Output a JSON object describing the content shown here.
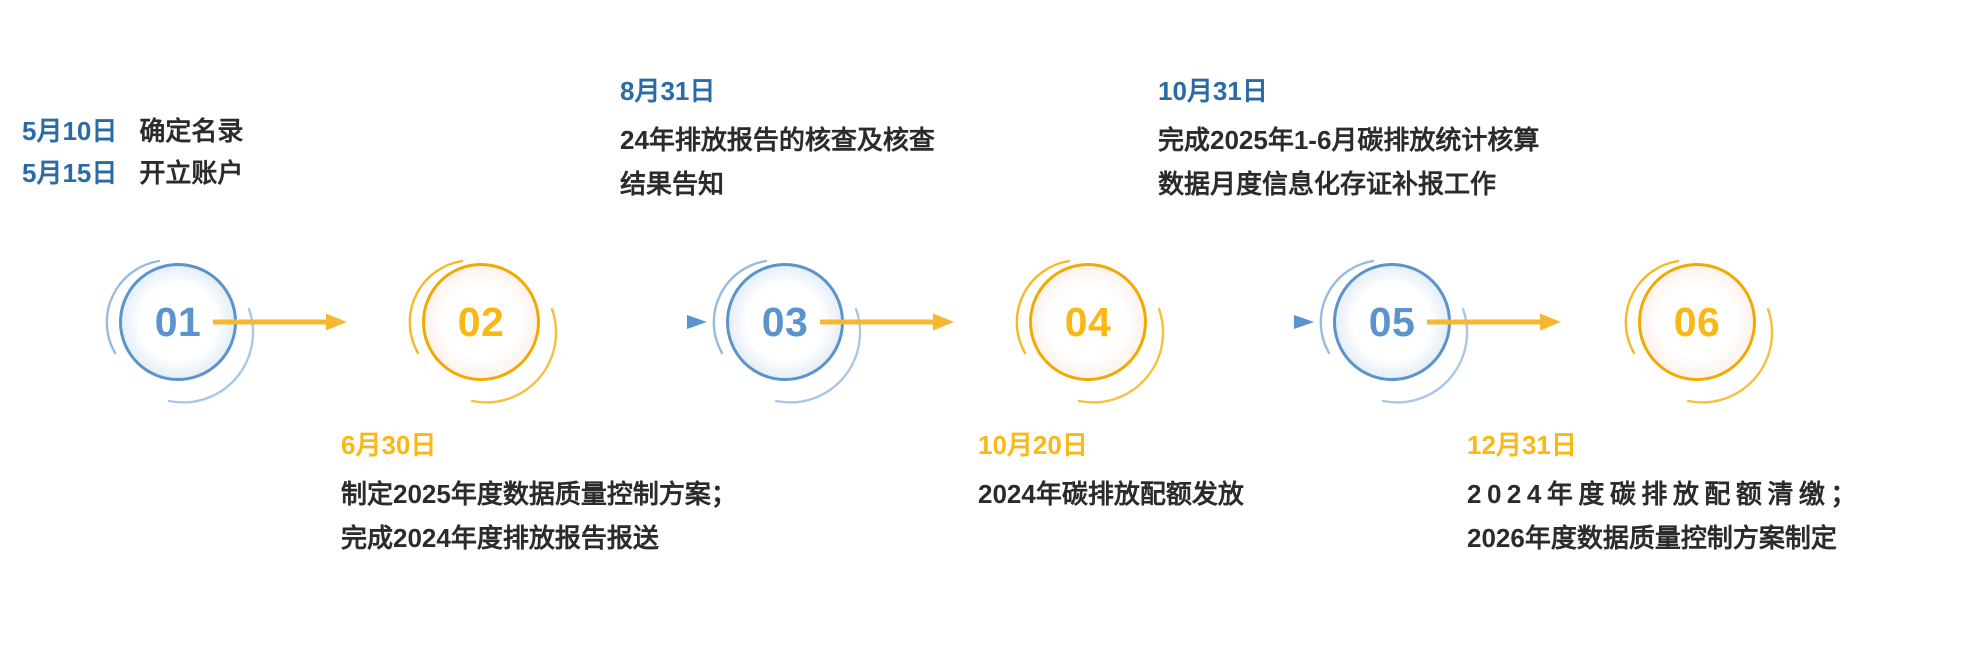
{
  "diagram": {
    "type": "timeline-process",
    "title_visible": false,
    "colors": {
      "blue_node": "#5b93cd",
      "blue_text": "#2a6aa5",
      "gold_node": "#fbb713",
      "gold_arrow": "#f7b731",
      "body_text": "#2b2b2b",
      "background": "#ffffff"
    },
    "steps": [
      {
        "number": "01",
        "accent": "blue",
        "position": "above",
        "pairs": [
          {
            "date": "5月10日",
            "task": "确定名录"
          },
          {
            "date": "5月15日",
            "task": "开立账户"
          }
        ],
        "lines": []
      },
      {
        "number": "02",
        "accent": "gold",
        "position": "below",
        "date": "6月30日",
        "lines": [
          "制定2025年度数据质量控制方案；",
          "完成2024年度排放报告报送"
        ]
      },
      {
        "number": "03",
        "accent": "blue",
        "position": "above",
        "date": "8月31日",
        "lines": [
          "24年排放报告的核查及核查",
          "结果告知"
        ]
      },
      {
        "number": "04",
        "accent": "gold",
        "position": "below",
        "date": "10月20日",
        "lines": [
          "2024年碳排放配额发放"
        ]
      },
      {
        "number": "05",
        "accent": "blue",
        "position": "above",
        "date": "10月31日",
        "lines": [
          "完成2025年1-6月碳排放统计核算",
          "数据月度信息化存证补报工作"
        ]
      },
      {
        "number": "06",
        "accent": "gold",
        "position": "below",
        "date": "12月31日",
        "lines": [
          "2024年度碳排放配额清缴；",
          "2026年度数据质量控制方案制定"
        ]
      }
    ],
    "connectors": [
      {
        "from": "01",
        "to": "02",
        "color": "gold"
      },
      {
        "from": "02",
        "to": "03",
        "color": "blue"
      },
      {
        "from": "03",
        "to": "04",
        "color": "gold"
      },
      {
        "from": "04",
        "to": "05",
        "color": "blue"
      },
      {
        "from": "05",
        "to": "06",
        "color": "gold"
      }
    ]
  }
}
